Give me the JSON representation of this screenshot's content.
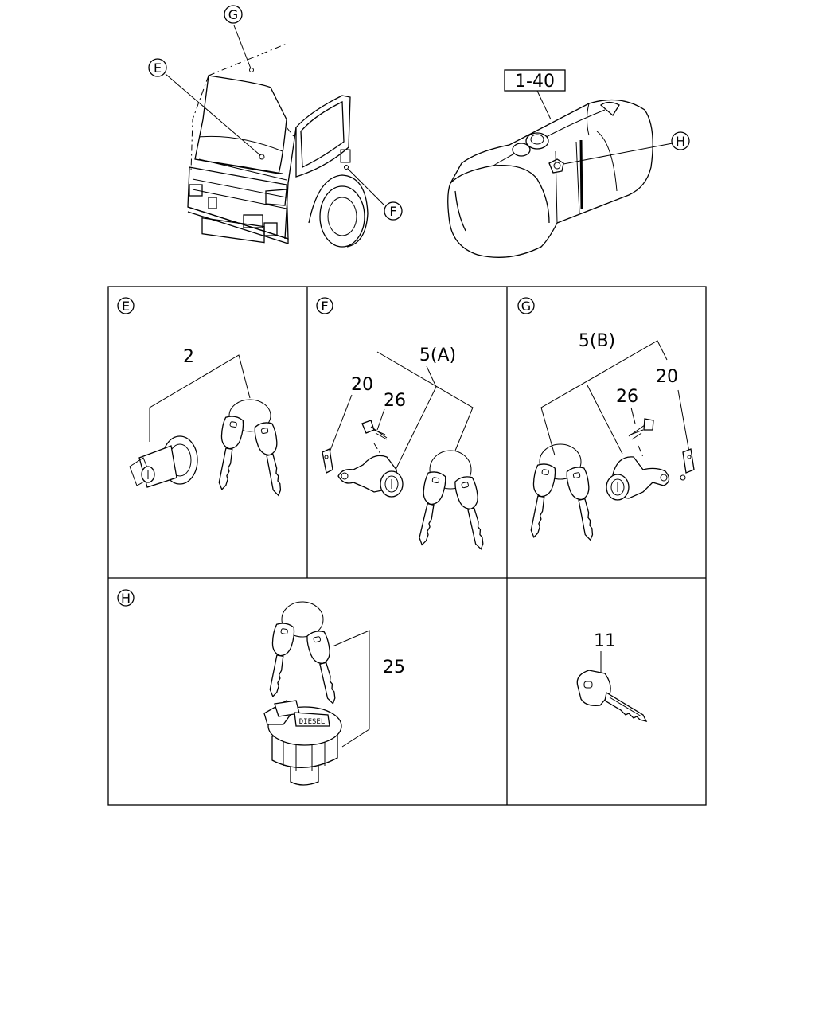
{
  "callouts": {
    "overview_g": "G",
    "overview_e": "E",
    "overview_f": "F",
    "overview_h": "H",
    "fuel_tank_ref": "1-40"
  },
  "panels": {
    "e": {
      "letter": "E",
      "parts": [
        "2"
      ]
    },
    "f": {
      "letter": "F",
      "parts": [
        "5(A)",
        "20",
        "26"
      ]
    },
    "g": {
      "letter": "G",
      "parts": [
        "5(B)",
        "26",
        "20"
      ]
    },
    "h": {
      "letter": "H",
      "parts": [
        "25"
      ]
    },
    "key": {
      "parts": [
        "11"
      ]
    }
  },
  "cap_text": "DIESEL"
}
